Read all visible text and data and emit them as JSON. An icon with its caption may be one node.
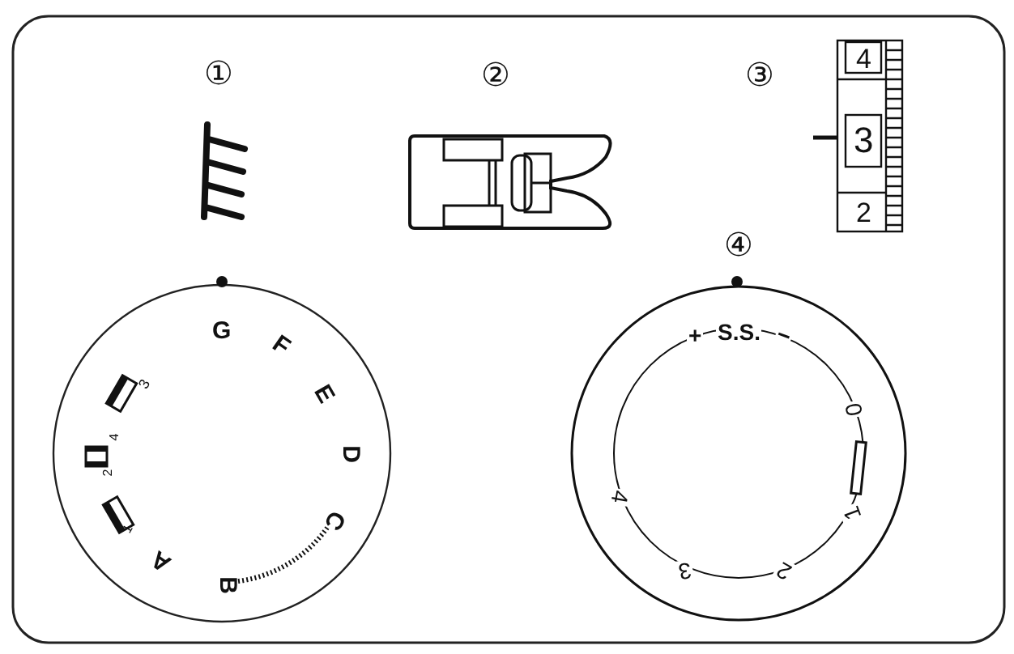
{
  "diagram": {
    "labels": [
      "①",
      "②",
      "③",
      "4",
      "3",
      "2",
      "④",
      "G",
      "F",
      "E",
      "D",
      "C",
      "B",
      "A",
      "3",
      "4",
      "2",
      "1",
      "+",
      "S.S.",
      "−",
      "0",
      "1",
      "2",
      "3",
      "4"
    ]
  }
}
